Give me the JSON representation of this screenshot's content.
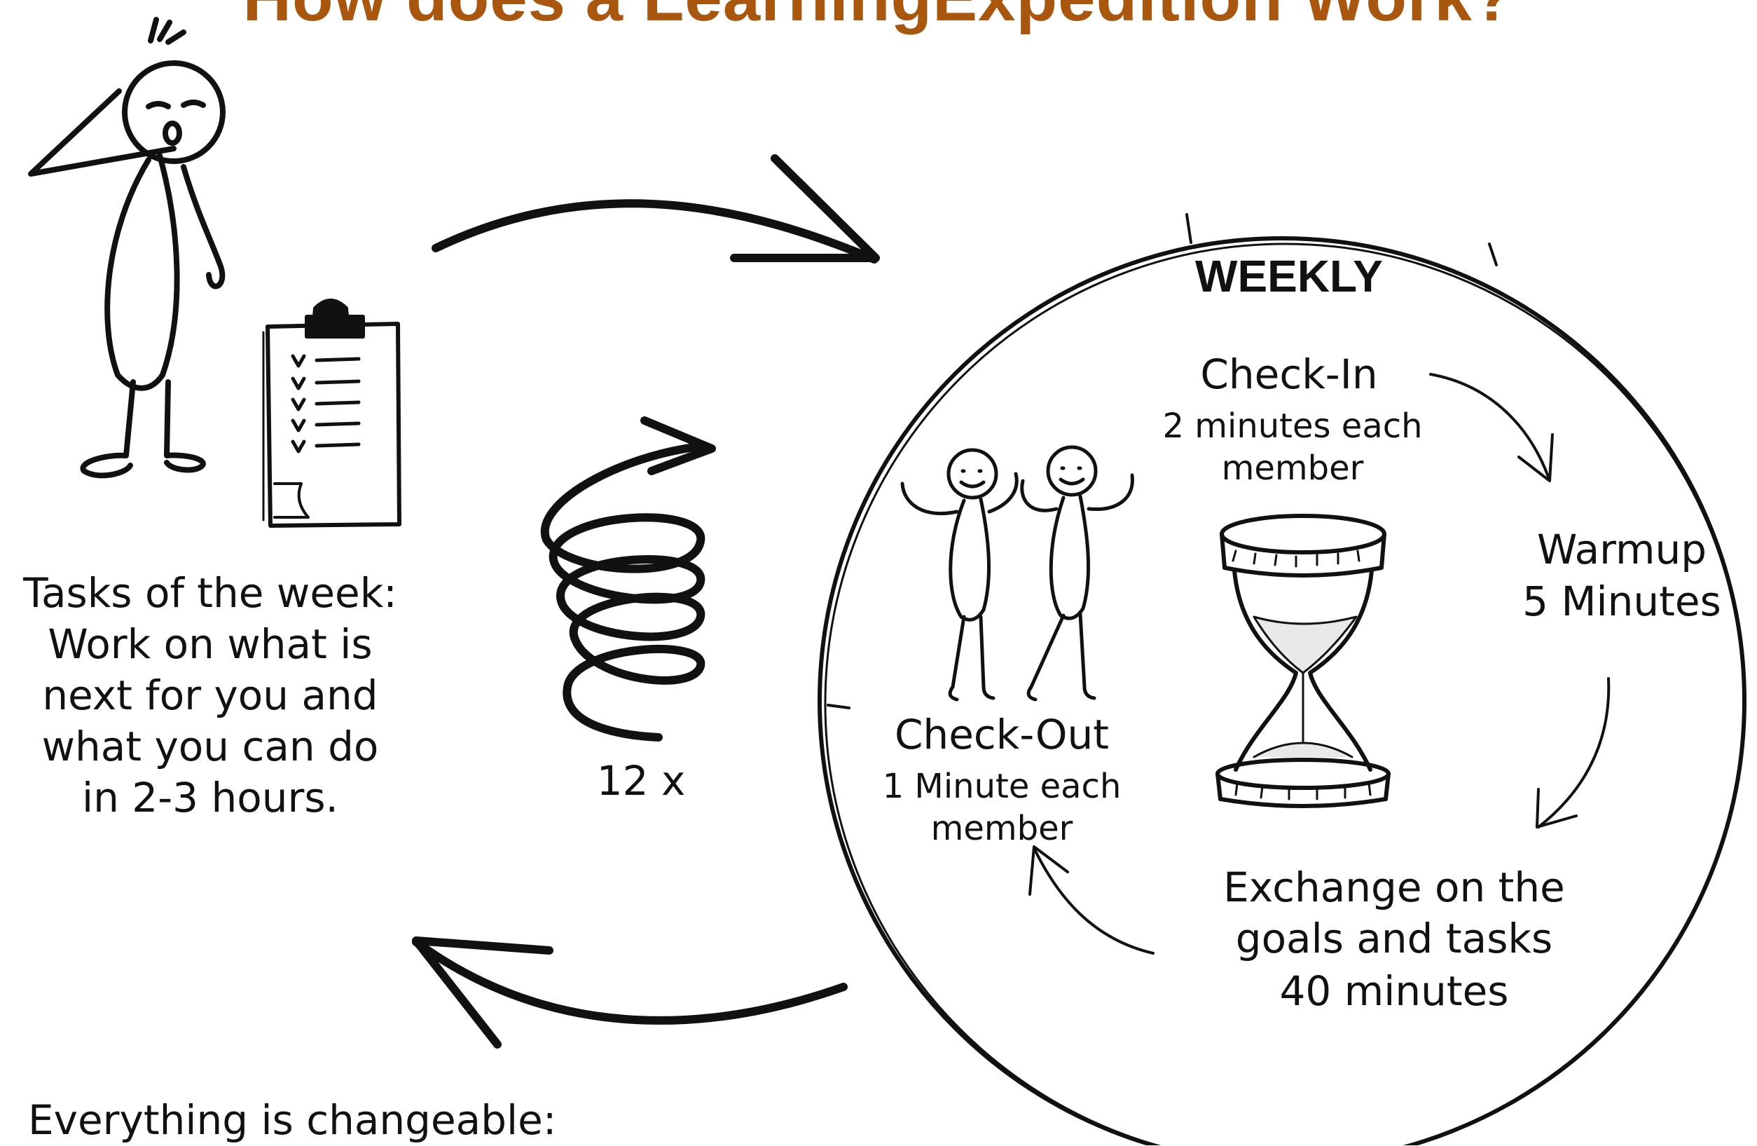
{
  "title": "How does a LearningExpedition Work?",
  "left": {
    "tasks_text": "Tasks of the week: Work on what is next for you and what you can do in 2-3 hours.",
    "repeat_label": "12 x",
    "footer": "Everything is changeable:"
  },
  "cycle": {
    "heading": "WEEKLY",
    "check_in": {
      "label": "Check-In",
      "detail": "2 minutes each member"
    },
    "warmup": {
      "label": "Warmup",
      "detail": "5 Minutes"
    },
    "exchange": {
      "label": "Exchange on the goals and tasks",
      "detail": "40 minutes"
    },
    "check_out": {
      "label": "Check-Out",
      "detail": "1 Minute each member"
    }
  },
  "colors": {
    "title": "#a9570f",
    "ink": "#111111"
  },
  "icons": [
    "thinking-person-icon",
    "clipboard-checklist-icon",
    "spring-coil-icon",
    "hourglass-icon",
    "cheering-people-icon"
  ]
}
